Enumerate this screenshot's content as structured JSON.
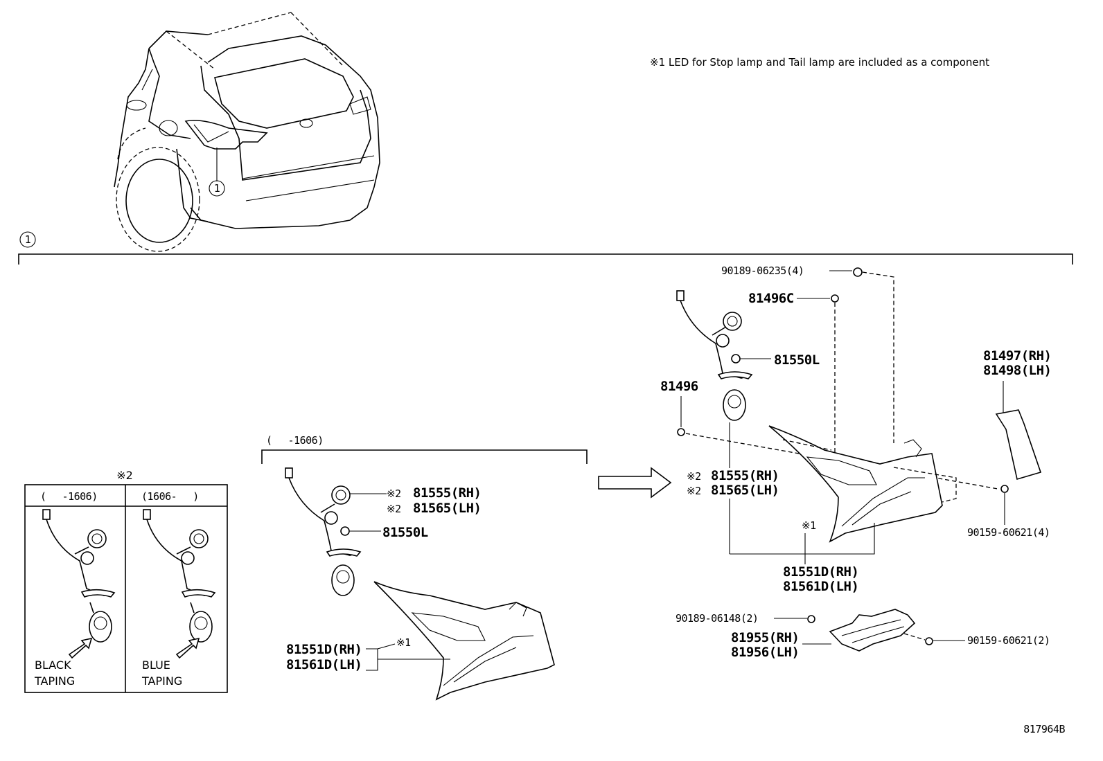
{
  "note": "※1 LED for Stop lamp and Tail lamp are included as a component",
  "callout_number": "1",
  "drawing_code": "817964B",
  "left_box": {
    "mark": "※2",
    "col1_header": "(　 -1606)",
    "col2_header": "(1606-　 )",
    "col1_label_line1": "BLACK",
    "col1_label_line2": "TAPING",
    "col2_label_line1": "BLUE",
    "col2_label_line2": "TAPING"
  },
  "middle": {
    "range": "(　 -1606)",
    "socket_mark_1": "※2",
    "socket_rh": "81555(RH)",
    "socket_mark_2": "※2",
    "socket_lh": "81565(LH)",
    "bulb": "81550L",
    "lamp_rh": "81551D(RH)",
    "lamp_lh": "81561D(LH)",
    "lamp_mark": "※1"
  },
  "right": {
    "nut_top": "90189-06235(4)",
    "clip": "81496C",
    "bulb": "81550L",
    "grommet": "81496",
    "cover_rh": "81497(RH)",
    "cover_lh": "81498(LH)",
    "socket_mark_1": "※2",
    "socket_rh": "81555(RH)",
    "socket_mark_2": "※2",
    "socket_lh": "81565(LH)",
    "screw_right": "90159-60621(4)",
    "lamp_mark": "※1",
    "lamp_rh": "81551D(RH)",
    "lamp_lh": "81561D(LH)",
    "nut_bottom": "90189-06148(2)",
    "bracket_rh": "81955(RH)",
    "bracket_lh": "81956(LH)",
    "screw_bottom": "90159-60621(2)"
  }
}
